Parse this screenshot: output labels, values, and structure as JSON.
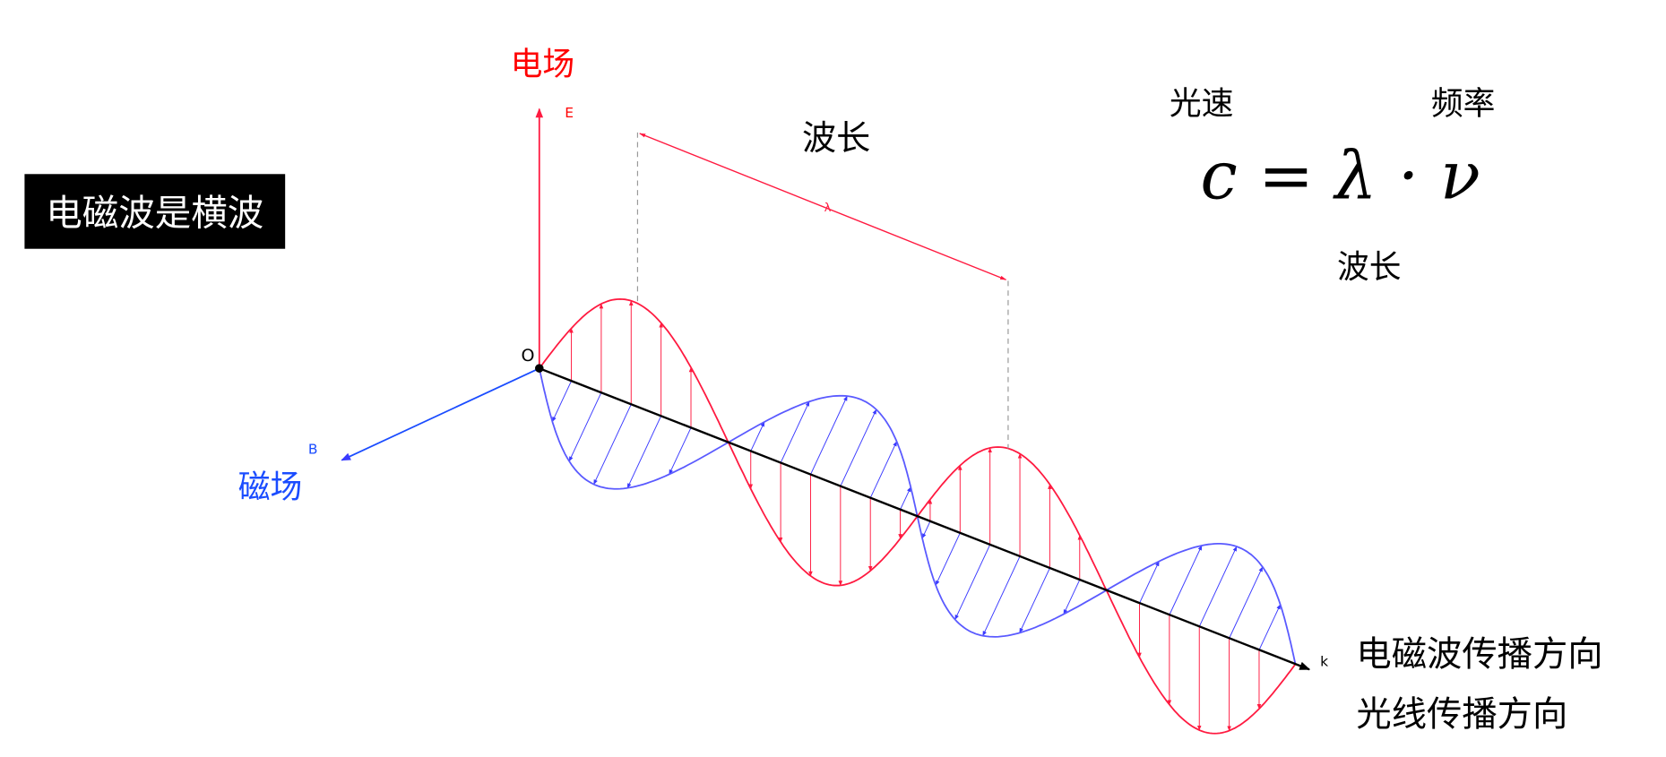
{
  "title_box": "电磁波是横波",
  "axes": {
    "e_field_label": "电场",
    "e_vector": "E",
    "b_field_label": "磁场",
    "b_vector": "B",
    "origin": "O",
    "k_vector": "k",
    "propagation_label_1": "电磁波传播方向",
    "propagation_label_2": "光线传播方向"
  },
  "wavelength": {
    "label": "波长",
    "symbol": "λ"
  },
  "formula": {
    "expression": "c = λ · ν",
    "speed_label": "光速",
    "frequency_label": "频率",
    "wavelength_label": "波长"
  },
  "colors": {
    "e_field": "#ff1a40",
    "b_field": "#3a3aff",
    "axis": "#000000",
    "label_red": "#ff0000",
    "label_blue": "#1a4cff"
  }
}
